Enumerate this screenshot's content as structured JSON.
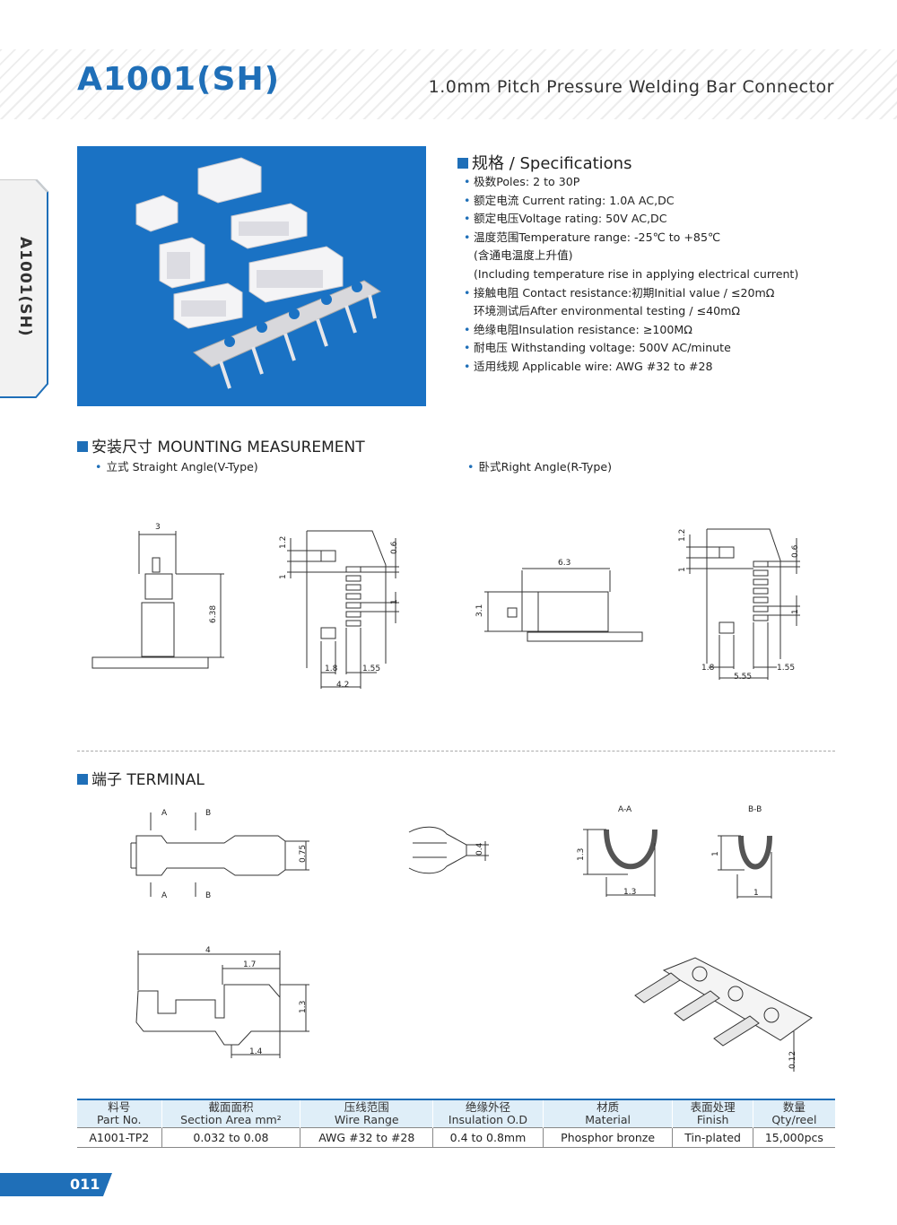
{
  "header": {
    "model": "A1001(SH)",
    "description": "1.0mm Pitch Pressure Welding Bar Connector"
  },
  "side_tab": {
    "label": "A1001(SH)"
  },
  "specs": {
    "heading": "规格 / Specifications",
    "items": [
      "极数Poles: 2 to 30P",
      "额定电流 Current rating: 1.0A AC,DC",
      "额定电压Voltage rating: 50V AC,DC",
      "温度范围Temperature range: -25℃ to +85℃",
      "(含通电温度上升值)",
      "(Including temperature rise in applying electrical current)",
      "接触电阻 Contact resistance:初期Initial value / ≤20mΩ",
      "环境测试后After environmental testing / ≤40mΩ",
      "绝缘电阻Insulation resistance: ≥100MΩ",
      "耐电压 Withstanding voltage: 500V AC/minute",
      "适用线规 Applicable wire: AWG #32 to #28"
    ],
    "bullet": "•"
  },
  "mounting": {
    "heading": "安装尺寸 MOUNTING MEASUREMENT",
    "straight_label": "立式 Straight Angle(V-Type)",
    "right_label": "卧式Right Angle(R-Type)",
    "dims_v": {
      "w": "3",
      "h": "6.38",
      "a": "1.2",
      "b": "1",
      "c": "0.6",
      "d": "1",
      "e": "1.8",
      "f": "1.55",
      "g": "4.2"
    },
    "dims_r": {
      "w": "6.3",
      "h": "3.1",
      "a": "1.2",
      "b": "1",
      "c": "0.6",
      "d": "1",
      "e": "1.8",
      "f": "1.55",
      "g": "5.55"
    }
  },
  "terminal": {
    "heading": "端子 TERMINAL",
    "dims": {
      "sec_a": "A",
      "sec_b": "B",
      "h075": "0.75",
      "h04": "0.4",
      "aa_title": "A-A",
      "aa_h": "1.3",
      "aa_w": "1.3",
      "bb_title": "B-B",
      "bb_h": "1",
      "bb_w": "1",
      "len4": "4",
      "len17": "1.7",
      "len14": "1.4",
      "h13": "1.3",
      "t012": "0.12"
    }
  },
  "table": {
    "headers": [
      [
        "料号",
        "Part No."
      ],
      [
        "截面面积",
        "Section Area mm²"
      ],
      [
        "压线范围",
        "Wire Range"
      ],
      [
        "绝缘外径",
        "Insulation O.D"
      ],
      [
        "材质",
        "Material"
      ],
      [
        "表面处理",
        "Finish"
      ],
      [
        "数量",
        "Qty/reel"
      ]
    ],
    "row": [
      "A1001-TP2",
      "0.032 to 0.08",
      "AWG #32 to #28",
      "0.4 to 0.8mm",
      "Phosphor bronze",
      "Tin-plated",
      "15,000pcs"
    ]
  },
  "page_number": "011",
  "colors": {
    "brand": "#1f6fb8",
    "photo_bg": "#1a72c4",
    "table_header": "#dfeef8"
  }
}
